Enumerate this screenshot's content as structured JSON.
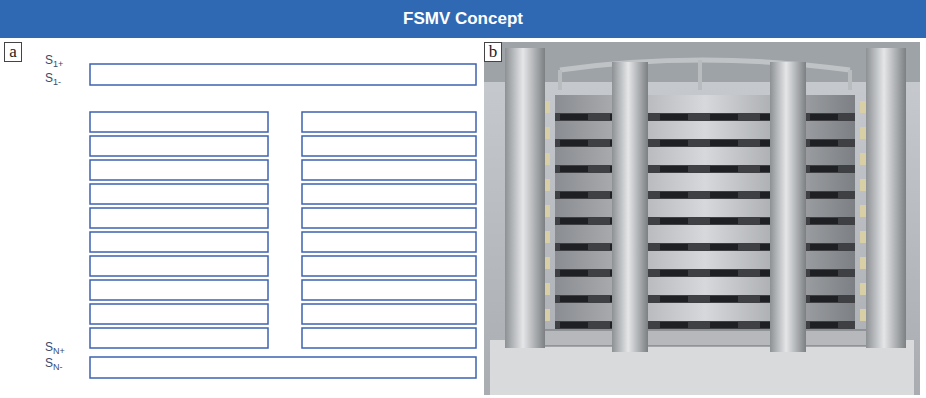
{
  "diagram": {
    "title": "FSMV Concept",
    "nodes": [
      {
        "text": [
          "a"
        ]
      },
      {
        "text": [
          "b"
        ]
      }
    ],
    "labels": [
      "S1+",
      "S1-",
      "SN+",
      "SN-"
    ]
  }
}
